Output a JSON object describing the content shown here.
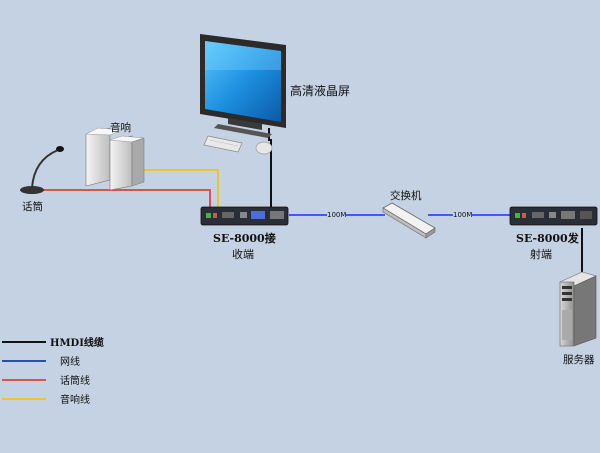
{
  "labels": {
    "lcd": "高清液晶屏",
    "speaker": "音响",
    "mic": "话筒",
    "receiver_line1": "SE-8000接",
    "receiver_line2": "收端",
    "switch": "交换机",
    "sender_line1": "SE-8000发",
    "sender_line2": "射端",
    "server": "服务器",
    "link_left": "100M",
    "link_right": "100M"
  },
  "legend": [
    {
      "label": "HMDI线缆",
      "color": "#111111"
    },
    {
      "label": "网线",
      "color": "#2c4fa8"
    },
    {
      "label": "话筒线",
      "color": "#d9534f"
    },
    {
      "label": "音响线",
      "color": "#f2c12e"
    }
  ],
  "colors": {
    "background": "#c5d2e3",
    "hdmi": "#111111",
    "network": "#3a5cff",
    "mic": "#d9534f",
    "audio": "#f2c12e"
  }
}
